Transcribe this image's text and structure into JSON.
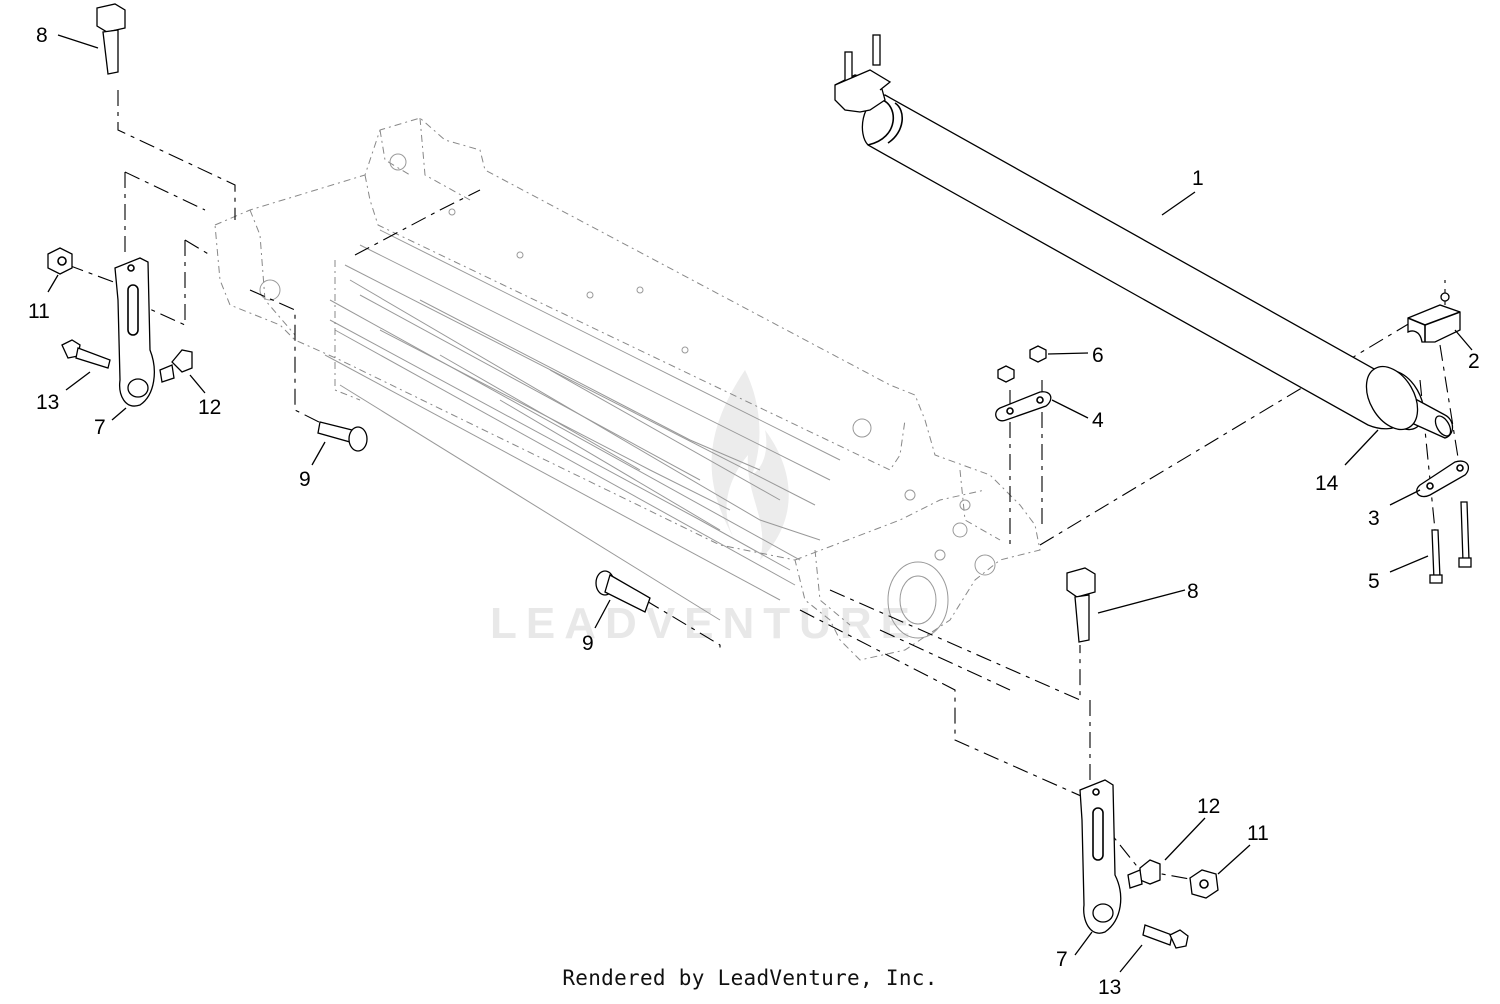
{
  "watermark": "LEADVENTURE",
  "footer": "Rendered by LeadVenture, Inc.",
  "callouts": {
    "c1": "1",
    "c2": "2",
    "c3": "3",
    "c4": "4",
    "c5": "5",
    "c6": "6",
    "c7a": "7",
    "c7b": "7",
    "c8a": "8",
    "c8b": "8",
    "c9a": "9",
    "c9b": "9",
    "c11a": "11",
    "c11b": "11",
    "c12a": "12",
    "c12b": "12",
    "c13a": "13",
    "c13b": "13",
    "c14": "14"
  }
}
